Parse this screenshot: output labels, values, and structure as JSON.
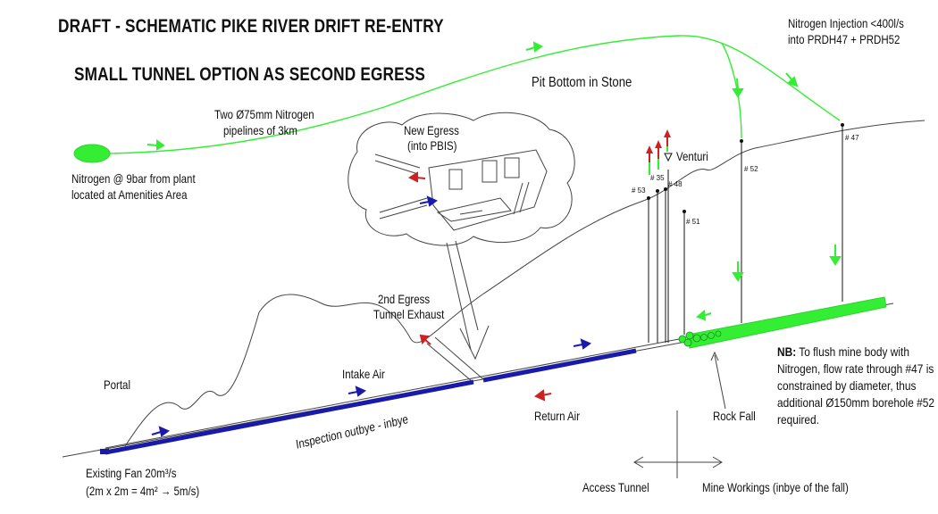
{
  "title": "DRAFT - SCHEMATIC PIKE RIVER DRIFT RE-ENTRY",
  "subtitle": "SMALL TUNNEL OPTION AS SECOND EGRESS",
  "labels": {
    "pit_bottom": "Pit Bottom in Stone",
    "nitrogen_injection_line1": "Nitrogen Injection <400l/s",
    "nitrogen_injection_line2": "into PRDH47 + PRDH52",
    "pipelines_line1": "Two Ø75mm Nitrogen",
    "pipelines_line2": "pipelines of 3km",
    "nitrogen_source_line1": "Nitrogen @ 9bar from plant",
    "nitrogen_source_line2": "located at Amenities Area",
    "new_egress_line1": "New Egress",
    "new_egress_line2": "(into PBIS)",
    "venturi": "Venturi",
    "second_egress_line1": "2nd Egress",
    "second_egress_line2": "Tunnel Exhaust",
    "portal": "Portal",
    "intake_air": "Intake Air",
    "return_air": "Return Air",
    "inspection": "Inspection outbye - inbye",
    "rock_fall": "Rock Fall",
    "existing_fan_line1": "Existing Fan 20m³/s",
    "existing_fan_line2": "(2m x 2m = 4m² → 5m/s)",
    "access_tunnel": "Access Tunnel",
    "mine_workings": "Mine Workings (inbye of the fall)"
  },
  "boreholes": {
    "b53": "# 53",
    "b35": "# 35",
    "b48": "# 48",
    "b51": "# 51",
    "b52": "# 52",
    "b47": "# 47"
  },
  "note": {
    "prefix": "NB:",
    "line1": " To flush mine body with",
    "line2": "Nitrogen, flow rate through #47 is",
    "line3": "constrained by diameter, thus",
    "line4": "additional Ø150mm borehole #52",
    "line5": "required."
  },
  "colors": {
    "nitrogen_green": "#33ee33",
    "intake_blue": "#1a1aaa",
    "exhaust_red": "#cc2222",
    "line_grey": "#555555"
  }
}
